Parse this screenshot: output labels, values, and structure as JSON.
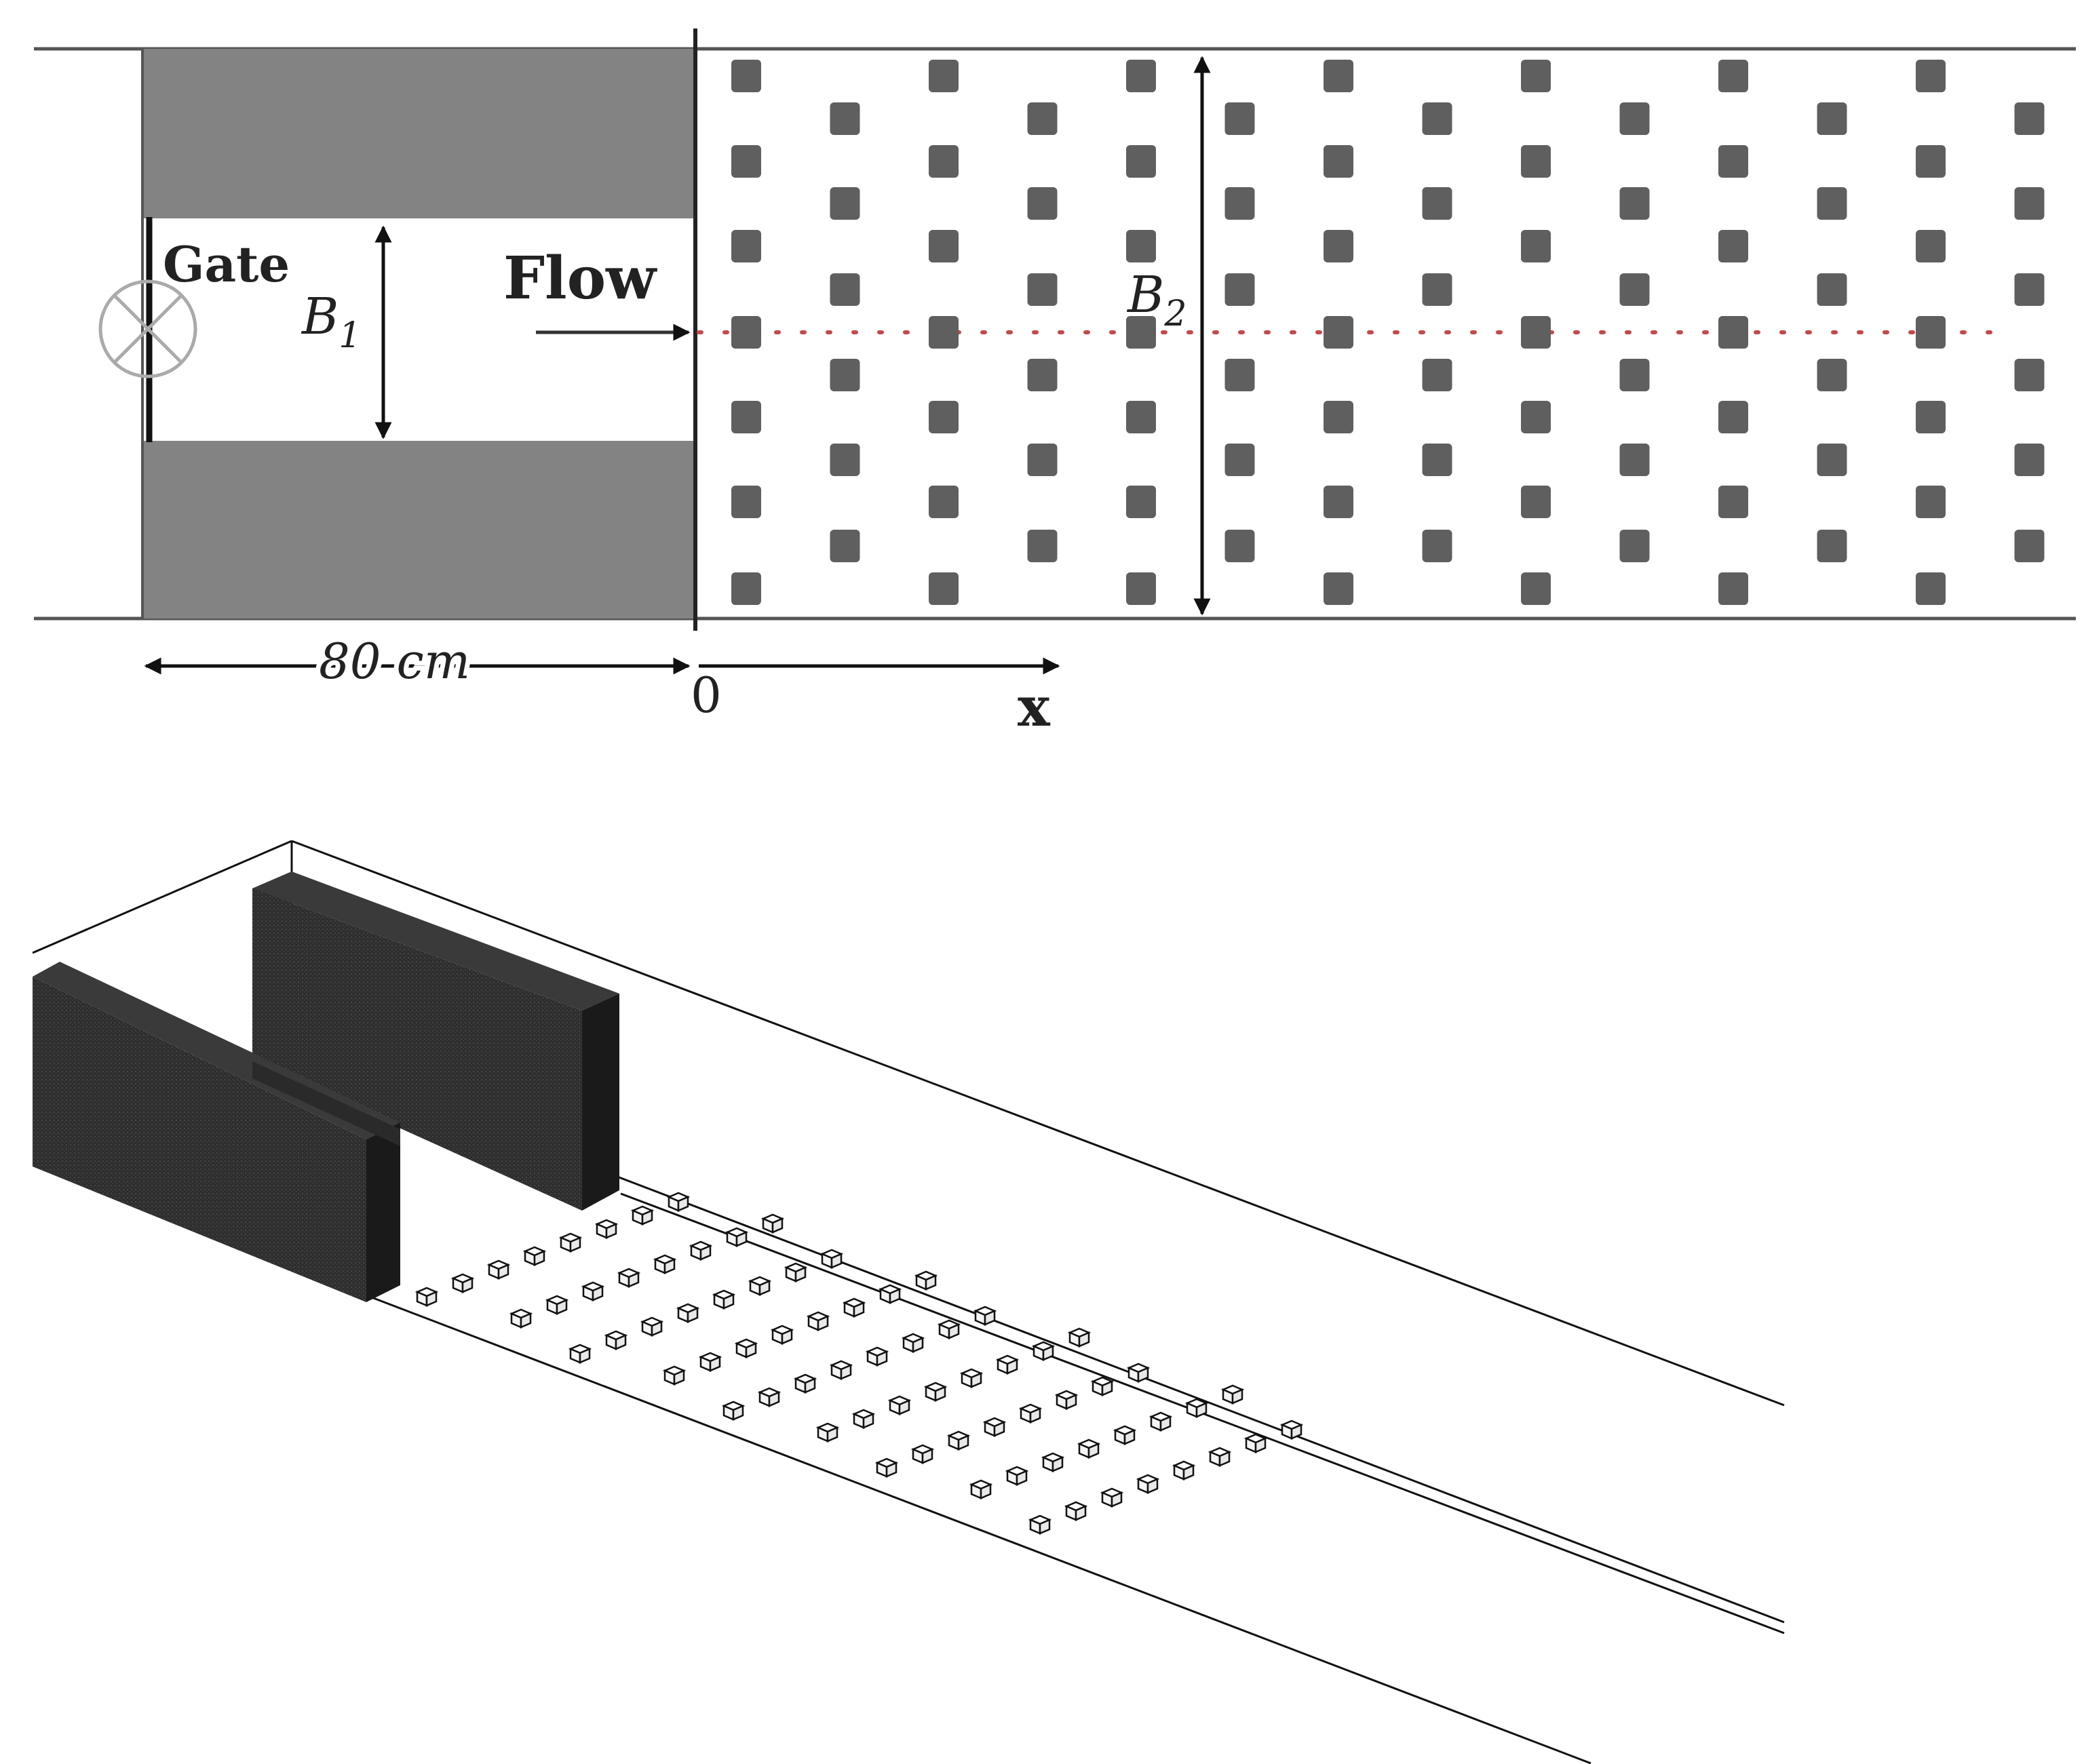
{
  "top_view": {
    "gate_label": "Gate",
    "b1_label": "B",
    "b1_sub": "1",
    "flow_label": "Flow",
    "b2_label": "B",
    "b2_sub": "2",
    "length_label": "80 cm",
    "origin_label": "0",
    "axis_label": "x",
    "obstacle_columns": 14,
    "colors": {
      "wall_block": "#838383",
      "obstacle": "#5f5f5f",
      "centerline": "#c44a4a",
      "line": "#555555"
    }
  },
  "iso_view": {
    "block_color": "#2e2e2e",
    "obstacle_rows": 9,
    "obstacles_per_row": 8
  }
}
